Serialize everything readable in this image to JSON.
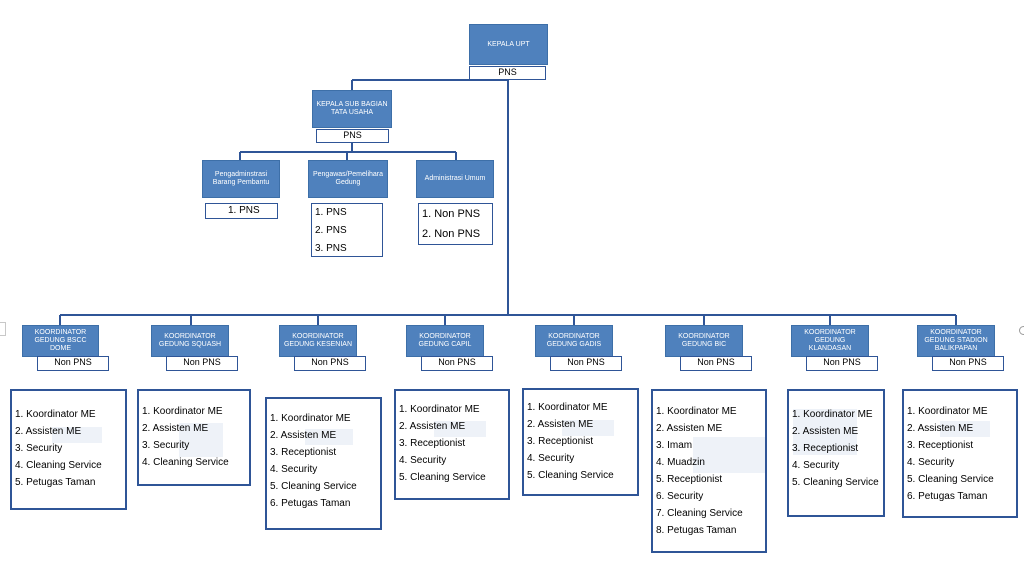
{
  "head": {
    "title": "KEPALA UPT",
    "status": "PNS"
  },
  "sub_head": {
    "title": "KEPALA SUB BAGIAN TATA USAHA",
    "status": "PNS"
  },
  "admin_units": [
    {
      "title": "Pengadminstrasi Barang Pembantu",
      "items": [
        "1. PNS"
      ]
    },
    {
      "title": "Pengawas/Pemelihara Gedung",
      "items": [
        "1. PNS",
        "2. PNS",
        "3. PNS"
      ]
    },
    {
      "title": "Administrasi Umum",
      "items": [
        "1. Non PNS",
        "2. Non PNS"
      ]
    }
  ],
  "coordinators": [
    {
      "title": "KOORDINATOR GEDUNG BSCC DOME",
      "status": "Non PNS",
      "items": [
        "1. Koordinator ME",
        "2. Assisten ME",
        "3. Security",
        "4. Cleaning Service",
        "5. Petugas Taman"
      ]
    },
    {
      "title": "KOORDINATOR GEDUNG SQUASH",
      "status": "Non PNS",
      "items": [
        "1. Koordinator ME",
        "2. Assisten ME",
        "3. Security",
        "4. Cleaning Service"
      ]
    },
    {
      "title": "KOORDINATOR GEDUNG KESENIAN",
      "status": "Non PNS",
      "items": [
        "1. Koordinator ME",
        "2. Assisten ME",
        "3. Receptionist",
        "4. Security",
        "5. Cleaning Service",
        "6. Petugas Taman"
      ]
    },
    {
      "title": "KOORDINATOR GEDUNG CAPIL",
      "status": "Non PNS",
      "items": [
        "1. Koordinator ME",
        "2. Assisten ME",
        "3. Receptionist",
        "4. Security",
        "5. Cleaning Service"
      ]
    },
    {
      "title": "KOORDINATOR GEDUNG GADIS",
      "status": "Non PNS",
      "items": [
        "1. Koordinator ME",
        "2. Assisten ME",
        "3. Receptionist",
        "4. Security",
        "5. Cleaning Service"
      ]
    },
    {
      "title": "KOORDINATOR GEDUNG BIC",
      "status": "Non PNS",
      "items": [
        "1. Koordinator ME",
        "2. Assisten ME",
        "3. Imam",
        "4. Muadzin",
        "5. Receptionist",
        "6. Security",
        "7. Cleaning Service",
        "8. Petugas Taman"
      ]
    },
    {
      "title": "KOORDINATOR GEDUNG KLANDASAN",
      "status": "Non PNS",
      "items": [
        "1. Koordinator ME",
        "2. Assisten ME",
        "3. Receptionist",
        "4. Security",
        "5. Cleaning Service"
      ]
    },
    {
      "title": "KOORDINATOR GEDUNG STADION BALIKPAPAN",
      "status": "Non PNS",
      "items": [
        "1. Koordinator ME",
        "2. Assisten ME",
        "3. Receptionist",
        "4. Security",
        "5. Cleaning Service",
        "6. Petugas Taman"
      ]
    }
  ],
  "colors": {
    "box_fill": "#4f81bd",
    "box_border": "#2f5597",
    "line": "#2f5597",
    "text_on_box": "#ffffff"
  }
}
